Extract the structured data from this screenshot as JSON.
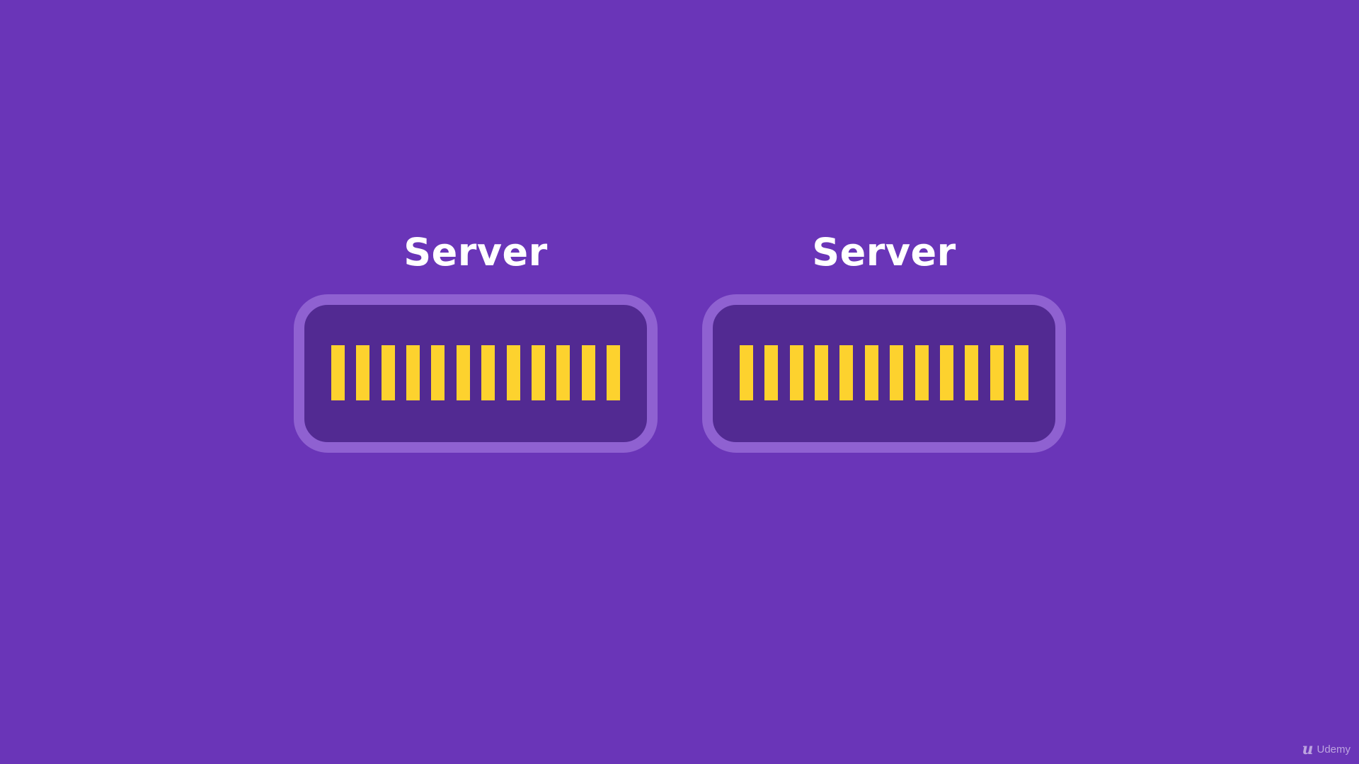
{
  "colors": {
    "background": "#6a35b8",
    "server_border": "#8f61d1",
    "server_fill": "#522a92",
    "bar": "#fdd22e",
    "title": "#ffffff"
  },
  "servers": [
    {
      "title": "Server",
      "bar_count": 12
    },
    {
      "title": "Server",
      "bar_count": 12
    }
  ],
  "watermark": {
    "logo_icon": "udemy-logo-icon",
    "text": "Udemy"
  }
}
